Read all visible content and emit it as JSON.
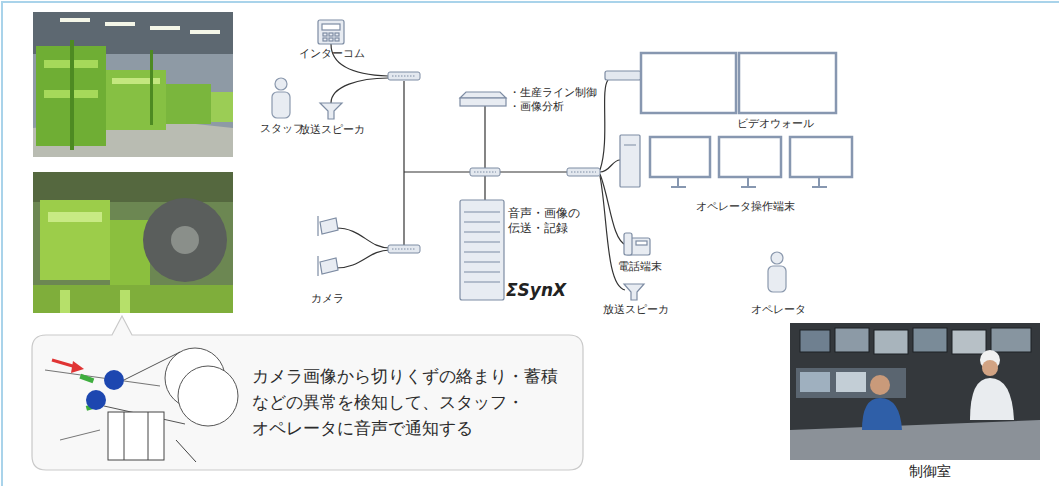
{
  "diagram": {
    "nodes": [
      {
        "text": [
          "スタッフ"
        ]
      },
      {
        "text": [
          "インターコム"
        ]
      },
      {
        "text": [
          "放送スピーカ"
        ]
      },
      {
        "text": [
          "カメラ"
        ]
      },
      {
        "text": [
          "・生産ライン制御",
          "・画像分析"
        ]
      },
      {
        "text": [
          "音声・画像の 伝送・記録"
        ]
      },
      {
        "text": [
          "ビデオウォール"
        ]
      },
      {
        "text": [
          "オペレータ操作端末"
        ]
      },
      {
        "text": [
          "電話端末"
        ]
      },
      {
        "text": [
          "放送スピーカ"
        ]
      },
      {
        "text": [
          "オペレータ"
        ]
      },
      {
        "text": [
          "カメラ画像から切りくずの絡まり・蓄積 などの異常を検知して、スタッフ・ オペレータに音声で通知する"
        ]
      }
    ],
    "labels": [
      "ΣSynX",
      "制御室"
    ]
  }
}
